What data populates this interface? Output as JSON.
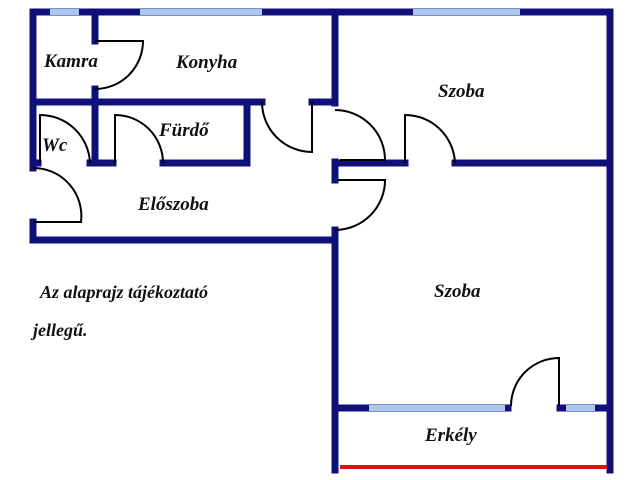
{
  "rooms": {
    "kamra": "Kamra",
    "konyha": "Konyha",
    "wc": "Wc",
    "furdo": "Fürdő",
    "eloszoba": "Előszoba",
    "szoba_top": "Szoba",
    "szoba_bottom": "Szoba",
    "erkely": "Erkély"
  },
  "note": {
    "line1": "Az alaprajz tájékoztató",
    "line2": "jellegű."
  },
  "colors": {
    "wall": "#10107a",
    "window": "#a9c9ef",
    "railing": "#e01010",
    "door": "#000000"
  }
}
